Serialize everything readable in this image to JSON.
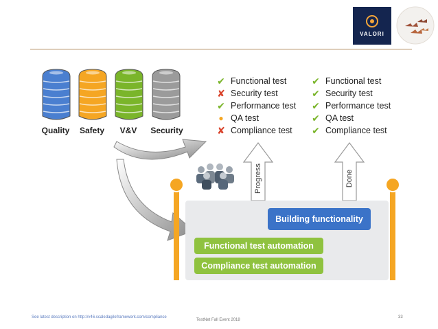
{
  "header": {
    "valori_logo_text": "VALORI",
    "divider_color": "#b38b5e"
  },
  "barrels": [
    {
      "label": "Quality",
      "color": "#4a7fd0"
    },
    {
      "label": "Safety",
      "color": "#f5a623"
    },
    {
      "label": "V&V",
      "color": "#7ab52a"
    },
    {
      "label": "Security",
      "color": "#9b9b9b"
    }
  ],
  "progress_list": [
    {
      "label": "Functional test",
      "status": "check"
    },
    {
      "label": "Security test",
      "status": "cross"
    },
    {
      "label": "Performance test",
      "status": "check"
    },
    {
      "label": "QA test",
      "status": "dot"
    },
    {
      "label": "Compliance test",
      "status": "cross"
    }
  ],
  "done_list": [
    {
      "label": "Functional test",
      "status": "check"
    },
    {
      "label": "Security test",
      "status": "check"
    },
    {
      "label": "Performance test",
      "status": "check"
    },
    {
      "label": "QA test",
      "status": "check"
    },
    {
      "label": "Compliance test",
      "status": "check"
    }
  ],
  "arrows": {
    "progress_label": "Progress",
    "done_label": "Done"
  },
  "panel": {
    "building": "Building functionality",
    "functional_automation": "Functional test automation",
    "compliance_automation": "Compliance test automation"
  },
  "footer": {
    "left_text": "See latest description on http://v46.scaledagileframework.com/compliance",
    "center_text": "TestNet Fall Event 2018",
    "page_number": "33"
  }
}
